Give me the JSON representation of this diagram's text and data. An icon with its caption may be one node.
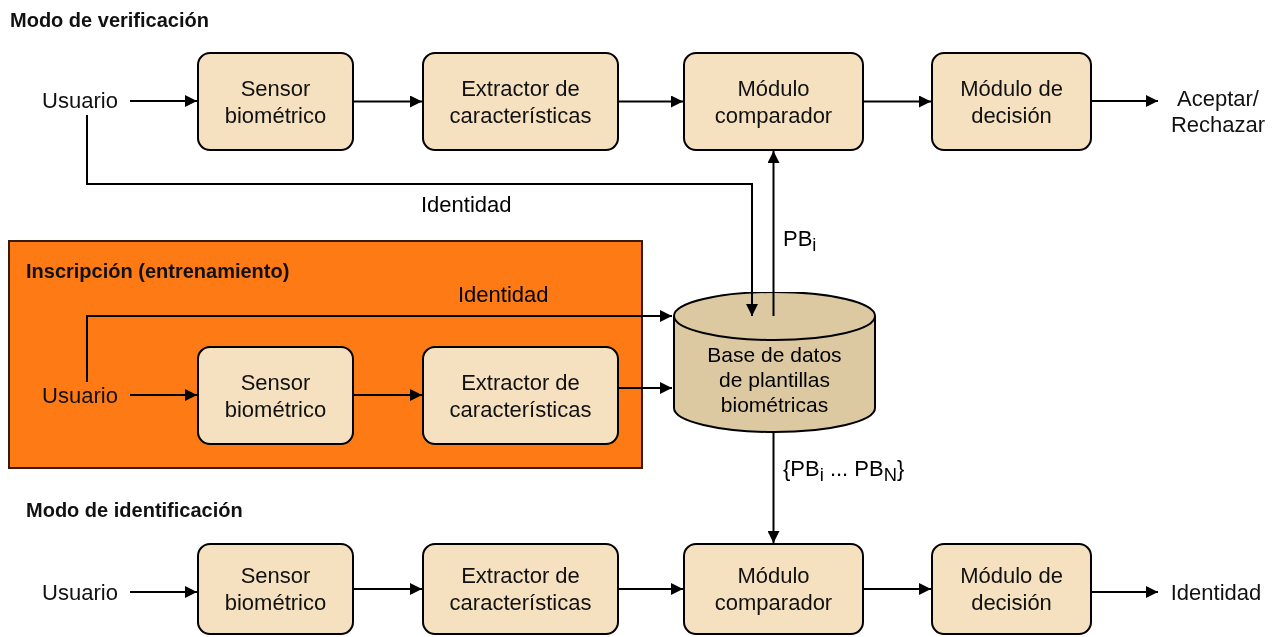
{
  "diagram": {
    "nodes": [
      {
        "text": [
          "Usuario"
        ]
      },
      {
        "text": [
          "Sensor biométrico"
        ]
      },
      {
        "text": [
          "Extractor de características"
        ]
      },
      {
        "text": [
          "Módulo comparador"
        ]
      },
      {
        "text": [
          "Módulo de decisión"
        ]
      },
      {
        "text": [
          "Aceptar/ Rechazar"
        ]
      },
      {
        "text": [
          "Inscripción (entrenamiento)"
        ]
      },
      {
        "text": [
          "Usuario"
        ],
        "in": 6
      },
      {
        "text": [
          "Sensor biométrico"
        ],
        "in": 6
      },
      {
        "text": [
          "Extractor de características"
        ],
        "in": 6
      },
      {
        "text": [
          "Base de datos de plantillas biométricas"
        ]
      },
      {
        "text": [
          "Usuario"
        ]
      },
      {
        "text": [
          "Sensor biométrico"
        ]
      },
      {
        "text": [
          "Extractor de características"
        ]
      },
      {
        "text": [
          "Módulo comparador"
        ]
      },
      {
        "text": [
          "Módulo de decisión"
        ]
      },
      {
        "text": [
          "Identidad"
        ]
      }
    ],
    "edges": [
      {
        "from": 0,
        "to": 1,
        "arrow": "to"
      },
      {
        "from": 1,
        "to": 2,
        "arrow": "to"
      },
      {
        "from": 2,
        "to": 3,
        "arrow": "to"
      },
      {
        "from": 3,
        "to": 4,
        "arrow": "to"
      },
      {
        "from": 4,
        "to": 5,
        "arrow": "to"
      },
      {
        "from": 0,
        "to": 10,
        "arrow": "to",
        "label": "Identidad"
      },
      {
        "from": 10,
        "to": 3,
        "arrow": "to",
        "label": "PB$_{i}$"
      },
      {
        "from": 7,
        "to": 10,
        "arrow": "to",
        "label": "Identidad"
      },
      {
        "from": 7,
        "to": 8,
        "arrow": "to"
      },
      {
        "from": 8,
        "to": 9,
        "arrow": "to"
      },
      {
        "from": 9,
        "to": 10,
        "arrow": "to"
      },
      {
        "from": 10,
        "to": 14,
        "arrow": "to",
        "label": "{PB$_{i}$ ... PB$_{N}$}"
      },
      {
        "from": 11,
        "to": 12,
        "arrow": "to"
      },
      {
        "from": 12,
        "to": 13,
        "arrow": "to"
      },
      {
        "from": 13,
        "to": 14,
        "arrow": "to"
      },
      {
        "from": 14,
        "to": 15,
        "arrow": "to"
      },
      {
        "from": 15,
        "to": 16,
        "arrow": "to"
      }
    ],
    "labels": [
      "Modo de verificación",
      "Modo de identificación"
    ]
  }
}
